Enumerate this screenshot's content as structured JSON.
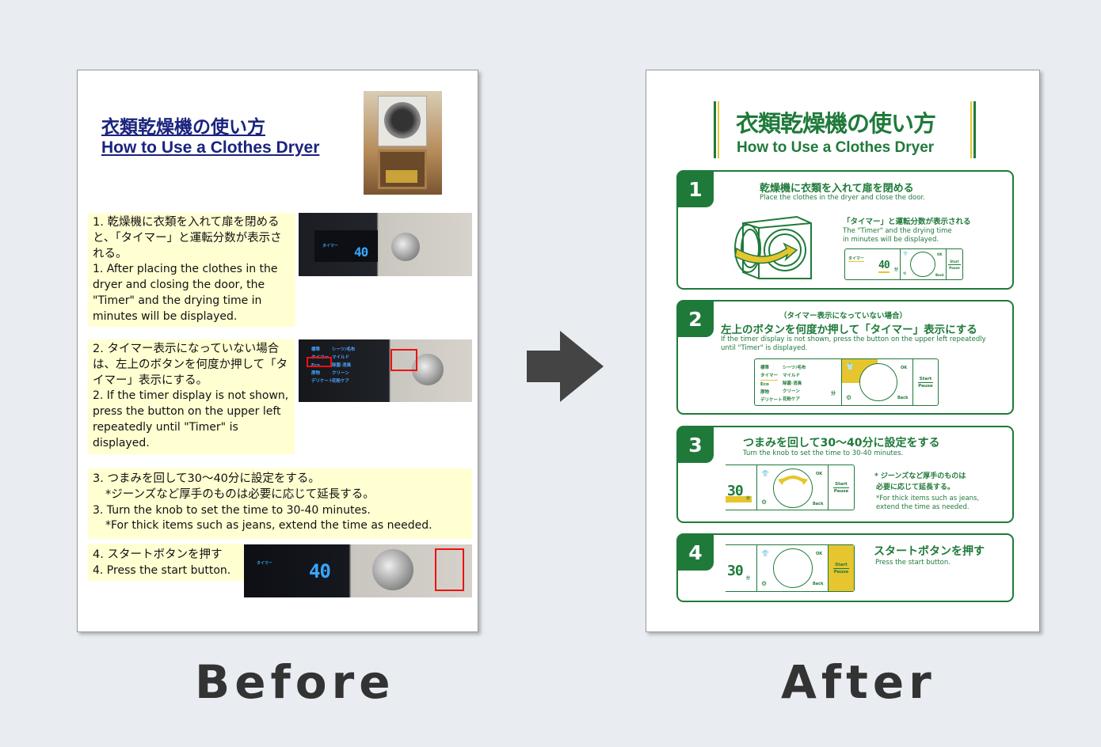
{
  "labels": {
    "before": "Before",
    "after": "After"
  },
  "before": {
    "title_jp": "衣類乾燥機の使い方",
    "title_en": "How to Use a Clothes Dryer",
    "steps": [
      {
        "jp": "1. 乾燥機に衣類を入れて扉を閉めると、「タイマー」と運転分数が表示される。",
        "en": "1. After placing the clothes in the dryer and closing the door, the \"Timer\" and the drying time in minutes will be displayed."
      },
      {
        "jp": "2. タイマー表示になっていない場合は、左上のボタンを何度か押して「タイマー」表示にする。",
        "en": "2. If the timer display is not shown, press the button on the upper left repeatedly until \"Timer\" is displayed."
      },
      {
        "jp": "3. つまみを回して30〜40分に設定をする。",
        "jp_note": "*ジーンズなど厚手のものは必要に応じて延長する。",
        "en": "3. Turn the knob to set the time to 30-40 minutes.",
        "en_note": "*For thick items such as jeans, extend the time as needed."
      },
      {
        "jp": "4. スタートボタンを押す",
        "en": "4.  Press the start button."
      }
    ]
  },
  "after": {
    "title_jp": "衣類乾燥機の使い方",
    "title_en": "How to Use a Clothes Dryer",
    "steps": [
      {
        "num": "1",
        "jp": "乾燥機に衣類を入れて扉を閉める",
        "en": "Place the clothes in the dryer and close the door.",
        "sub_jp": "「タイマー」と運転分数が表示される",
        "sub_en1": "The \"Timer\" and the drying time",
        "sub_en2": "in minutes will be displayed."
      },
      {
        "num": "2",
        "pre_jp": "（タイマー表示になっていない場合）",
        "jp": "左上のボタンを何度か押して「タイマー」表示にする",
        "en1": "If the timer display is not shown, press the button on the upper left repeatedly",
        "en2": "until \"Timer\" is displayed."
      },
      {
        "num": "3",
        "jp": "つまみを回して30〜40分に設定をする",
        "en": "Turn the knob to set the time to 30-40 minutes.",
        "note_jp1": "* ジーンズなど厚手のものは",
        "note_jp2": "必要に応じて延長する。",
        "note_en1": "*For thick items such as jeans,",
        "note_en2": "extend the time as needed."
      },
      {
        "num": "4",
        "jp": "スタートボタンを押す",
        "en": "Press the start button."
      }
    ]
  },
  "panel": {
    "timer": "タイマー",
    "minutes_40": "40",
    "minutes_30": "30",
    "unit": "分",
    "ok": "OK",
    "back": "Back",
    "start": "Start",
    "pause": "Pause",
    "menu_left": [
      "標準",
      "タイマー",
      "Eco",
      "厚物",
      "デリケート"
    ],
    "menu_right": [
      "シーツ/毛布",
      "マイルド",
      "除菌·消臭",
      "クリーン",
      "花粉ケア"
    ]
  },
  "colors": {
    "green": "#1f7a3a",
    "yellow": "#e6c52e",
    "navy": "#1a237e",
    "highlight": "#ffffd2"
  }
}
